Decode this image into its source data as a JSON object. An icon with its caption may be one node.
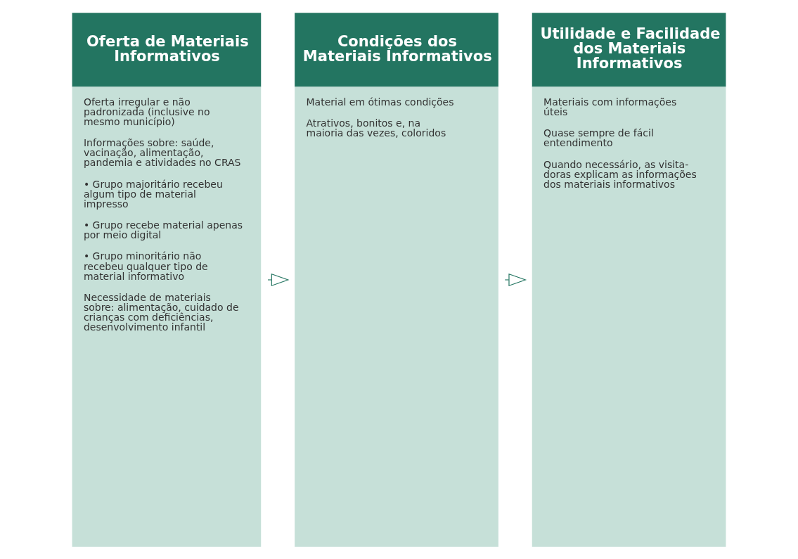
{
  "diagram": {
    "nodes": [
      {
        "text": [
          "Oferta de Materiais Informativos",
          "Oferta irregular e não padronizada (inclusive no mesmo município)",
          "Informações sobre: saúde, vacinação, alimentação, pandemia e atividades no CRAS",
          "• Grupo majoritário recebeu algum tipo de material impresso",
          "• Grupo recebe material apenas por meio digital",
          "• Grupo minoritário não recebeu qualquer tipo de material informativo",
          "Necessidade de materiais sobre: alimentação, cuidado de crianças com deficiências, desenvolvimento infantil"
        ]
      },
      {
        "text": [
          "Condições dos Materiais Informativos",
          "Material em ótimas condições",
          "Atrativos, bonitos e, na maioria das vezes, coloridos"
        ]
      },
      {
        "text": [
          "Utilidade e Facilidade dos Materiais Informativos",
          "Materiais com informações úteis",
          "Quase sempre de fácil entendimento",
          "Quando necessário, as visita-doras explicam as informações dos materiais informativos"
        ]
      }
    ],
    "edges": [
      {
        "from": 0,
        "to": 1,
        "arrow": "to"
      },
      {
        "from": 1,
        "to": 2,
        "arrow": "to"
      }
    ]
  }
}
